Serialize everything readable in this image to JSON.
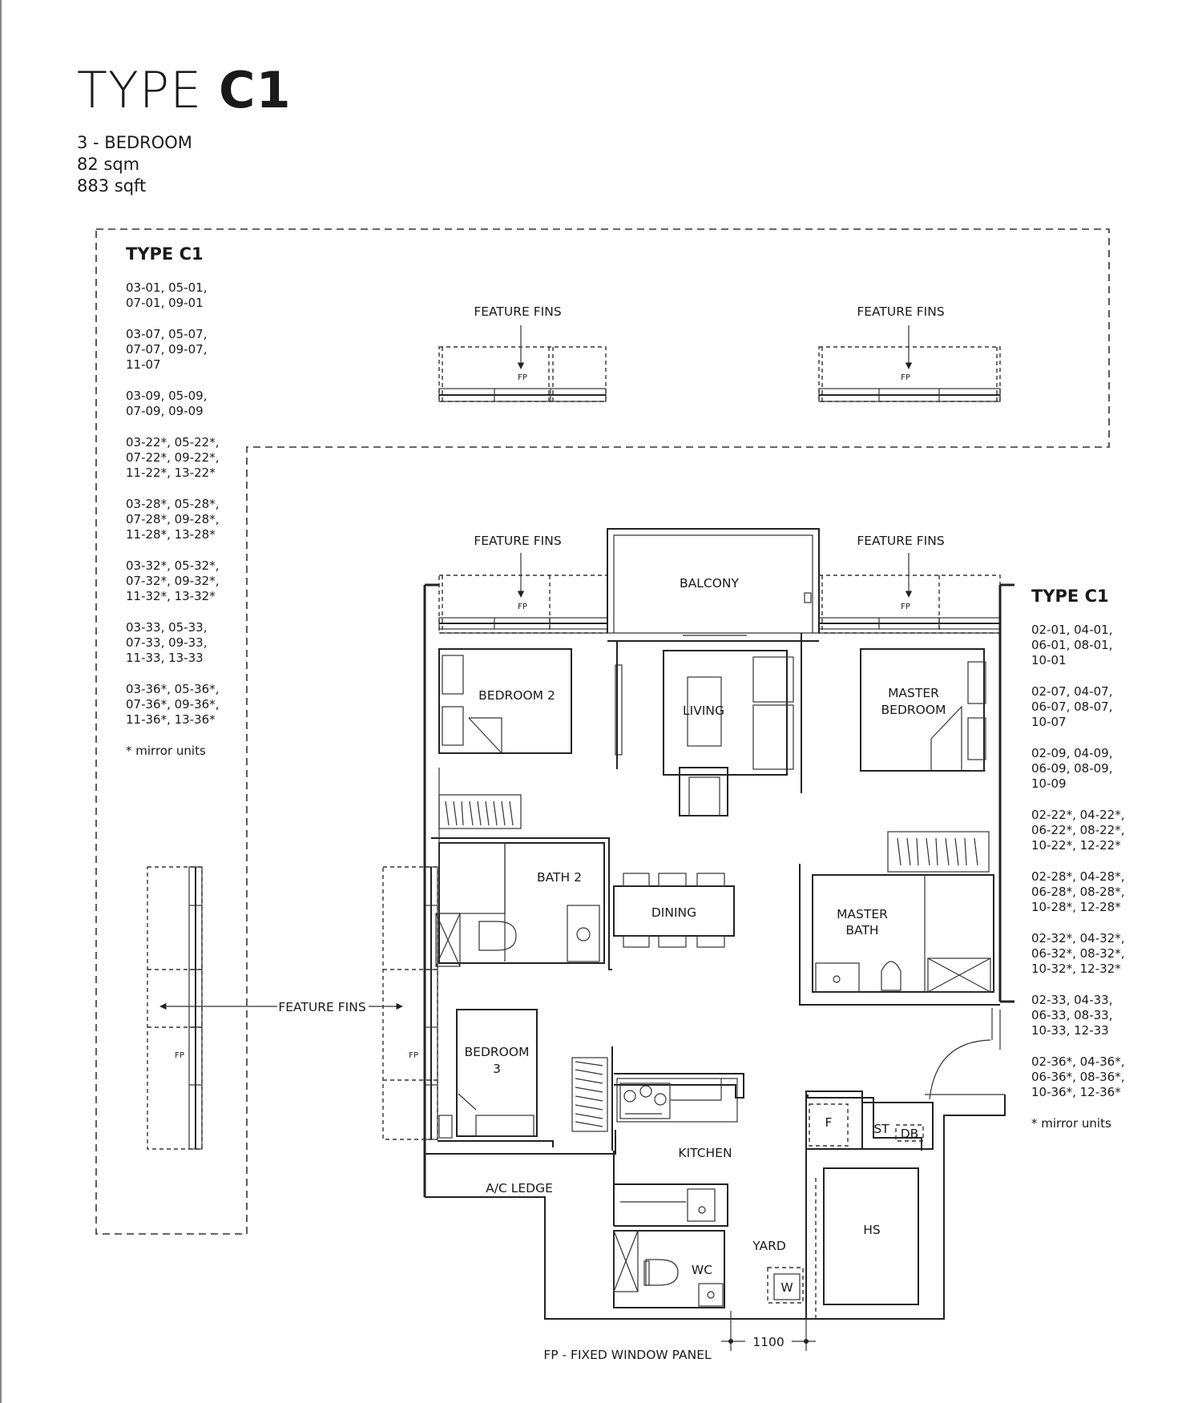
{
  "header": {
    "type_word": "TYPE",
    "type_code": "C1",
    "bedrooms": "3 - BEDROOM",
    "area_sqm": "82 sqm",
    "area_sqft": "883 sqft"
  },
  "left_list": {
    "title": "TYPE C1",
    "groups": [
      "03-01, 05-01,\n07-01, 09-01",
      "03-07, 05-07,\n07-07, 09-07,\n11-07",
      "03-09, 05-09,\n07-09, 09-09",
      "03-22*, 05-22*,\n07-22*, 09-22*,\n11-22*, 13-22*",
      "03-28*, 05-28*,\n07-28*, 09-28*,\n11-28*, 13-28*",
      "03-32*, 05-32*,\n07-32*, 09-32*,\n11-32*, 13-32*",
      "03-33, 05-33,\n07-33, 09-33,\n11-33, 13-33",
      "03-36*, 05-36*,\n07-36*, 09-36*,\n11-36*, 13-36*"
    ],
    "note": "*    mirror units"
  },
  "right_list": {
    "title": "TYPE C1",
    "groups": [
      "02-01, 04-01,\n06-01, 08-01,\n10-01",
      "02-07, 04-07,\n06-07, 08-07,\n10-07",
      "02-09, 04-09,\n06-09, 08-09,\n10-09",
      "02-22*, 04-22*,\n06-22*, 08-22*,\n10-22*, 12-22*",
      "02-28*, 04-28*,\n06-28*, 08-28*,\n10-28*, 12-28*",
      "02-32*, 04-32*,\n06-32*, 08-32*,\n10-32*, 12-32*",
      "02-33, 04-33,\n06-33, 08-33,\n10-33, 12-33",
      "02-36*, 04-36*,\n06-36*, 08-36*,\n10-36*, 12-36*"
    ],
    "note": "* mirror units"
  },
  "plan": {
    "feature_fins": "FEATURE FINS",
    "fp": "FP",
    "balcony": "BALCONY",
    "living": "LIVING",
    "bedroom2": "BEDROOM 2",
    "master_bedroom_1": "MASTER",
    "master_bedroom_2": "BEDROOM",
    "bath2": "BATH 2",
    "dining": "DINING",
    "master_bath_1": "MASTER",
    "master_bath_2": "BATH",
    "bedroom3_1": "BEDROOM",
    "bedroom3_2": "3",
    "kitchen": "KITCHEN",
    "ac_ledge": "A/C LEDGE",
    "f": "F",
    "st": "ST",
    "db": "DB",
    "hs": "HS",
    "yard": "YARD",
    "w": "W",
    "wc": "WC",
    "dimension": "1100",
    "footnote": "FP - FIXED WINDOW PANEL"
  }
}
